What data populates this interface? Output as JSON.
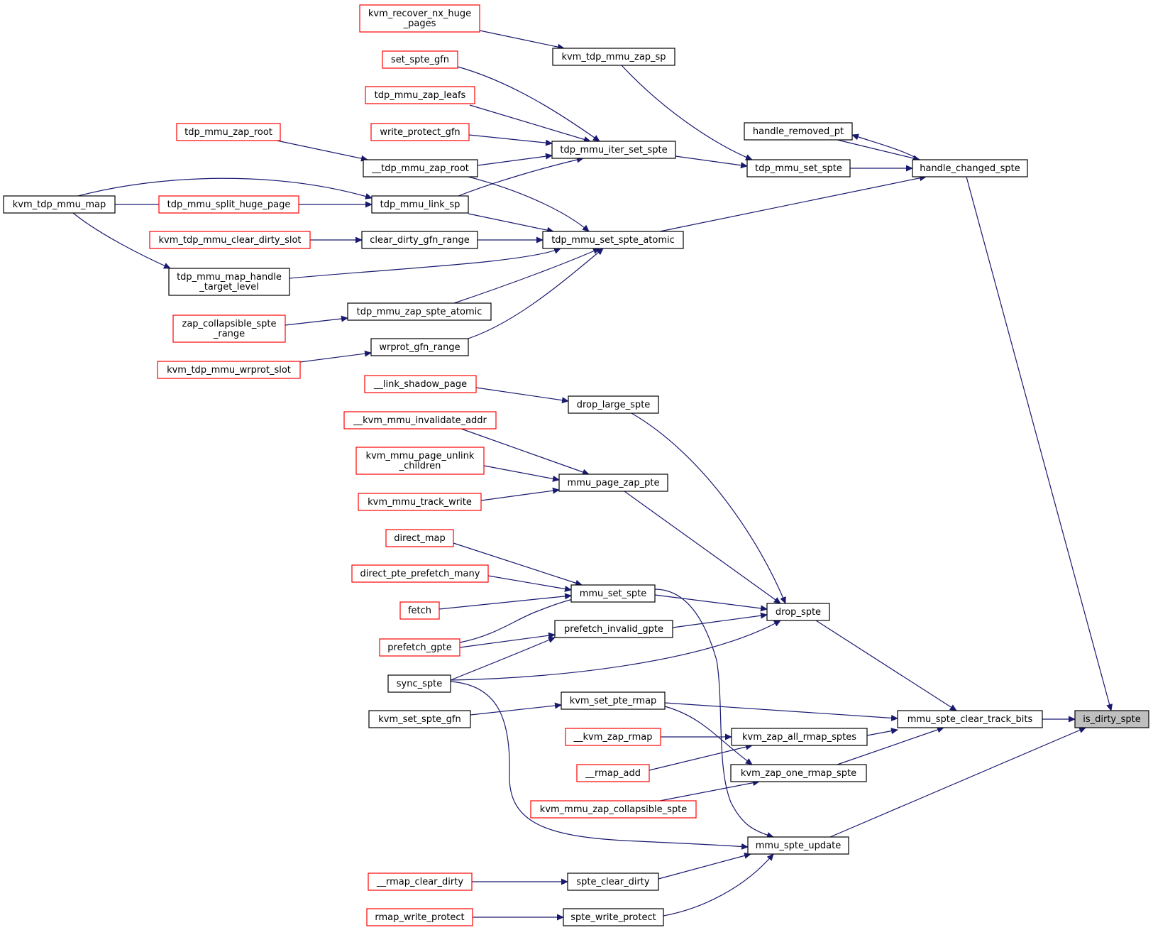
{
  "colors": {
    "edge": "#191970",
    "node_border_black": "#000000",
    "node_border_red": "#ff0000",
    "node_fill": "#ffffff",
    "focus_fill": "#bfbfbf"
  },
  "nodes": [
    {
      "id": "is_dirty_spte",
      "lines": [
        "is_dirty_spte"
      ],
      "style": "focus"
    },
    {
      "id": "handle_changed_spte",
      "lines": [
        "handle_changed_spte"
      ],
      "style": "black"
    },
    {
      "id": "mmu_spte_clear_track_bits",
      "lines": [
        "mmu_spte_clear_track_bits"
      ],
      "style": "black"
    },
    {
      "id": "mmu_spte_update",
      "lines": [
        "mmu_spte_update"
      ],
      "style": "black"
    },
    {
      "id": "handle_removed_pt",
      "lines": [
        "handle_removed_pt"
      ],
      "style": "black"
    },
    {
      "id": "tdp_mmu_set_spte",
      "lines": [
        "tdp_mmu_set_spte"
      ],
      "style": "black"
    },
    {
      "id": "tdp_mmu_set_spte_atomic",
      "lines": [
        "tdp_mmu_set_spte_atomic"
      ],
      "style": "black"
    },
    {
      "id": "kvm_tdp_mmu_zap_sp",
      "lines": [
        "kvm_tdp_mmu_zap_sp"
      ],
      "style": "black"
    },
    {
      "id": "tdp_mmu_iter_set_spte",
      "lines": [
        "tdp_mmu_iter_set_spte"
      ],
      "style": "black"
    },
    {
      "id": "kvm_recover_nx_huge_pages",
      "lines": [
        "kvm_recover_nx_huge",
        "_pages"
      ],
      "style": "red"
    },
    {
      "id": "set_spte_gfn",
      "lines": [
        "set_spte_gfn"
      ],
      "style": "red"
    },
    {
      "id": "tdp_mmu_zap_leafs",
      "lines": [
        "tdp_mmu_zap_leafs"
      ],
      "style": "red"
    },
    {
      "id": "write_protect_gfn",
      "lines": [
        "write_protect_gfn"
      ],
      "style": "red"
    },
    {
      "id": "__tdp_mmu_zap_root",
      "lines": [
        "__tdp_mmu_zap_root"
      ],
      "style": "black"
    },
    {
      "id": "tdp_mmu_zap_root",
      "lines": [
        "tdp_mmu_zap_root"
      ],
      "style": "red"
    },
    {
      "id": "tdp_mmu_link_sp",
      "lines": [
        "tdp_mmu_link_sp"
      ],
      "style": "black"
    },
    {
      "id": "kvm_tdp_mmu_map",
      "lines": [
        "kvm_tdp_mmu_map"
      ],
      "style": "black"
    },
    {
      "id": "tdp_mmu_split_huge_page",
      "lines": [
        "tdp_mmu_split_huge_page"
      ],
      "style": "red"
    },
    {
      "id": "clear_dirty_gfn_range",
      "lines": [
        "clear_dirty_gfn_range"
      ],
      "style": "black"
    },
    {
      "id": "kvm_tdp_mmu_clear_dirty_slot",
      "lines": [
        "kvm_tdp_mmu_clear_dirty_slot"
      ],
      "style": "red"
    },
    {
      "id": "tdp_mmu_map_handle_target_level",
      "lines": [
        "tdp_mmu_map_handle",
        "_target_level"
      ],
      "style": "black"
    },
    {
      "id": "tdp_mmu_zap_spte_atomic",
      "lines": [
        "tdp_mmu_zap_spte_atomic"
      ],
      "style": "black"
    },
    {
      "id": "zap_collapsible_spte_range",
      "lines": [
        "zap_collapsible_spte",
        "_range"
      ],
      "style": "red"
    },
    {
      "id": "wrprot_gfn_range",
      "lines": [
        "wrprot_gfn_range"
      ],
      "style": "black"
    },
    {
      "id": "kvm_tdp_mmu_wrprot_slot",
      "lines": [
        "kvm_tdp_mmu_wrprot_slot"
      ],
      "style": "red"
    },
    {
      "id": "drop_spte",
      "lines": [
        "drop_spte"
      ],
      "style": "black"
    },
    {
      "id": "drop_large_spte",
      "lines": [
        "drop_large_spte"
      ],
      "style": "black"
    },
    {
      "id": "__link_shadow_page",
      "lines": [
        "__link_shadow_page"
      ],
      "style": "red"
    },
    {
      "id": "mmu_page_zap_pte",
      "lines": [
        "mmu_page_zap_pte"
      ],
      "style": "black"
    },
    {
      "id": "__kvm_mmu_invalidate_addr",
      "lines": [
        "__kvm_mmu_invalidate_addr"
      ],
      "style": "red"
    },
    {
      "id": "kvm_mmu_page_unlink_children",
      "lines": [
        "kvm_mmu_page_unlink",
        "_children"
      ],
      "style": "red"
    },
    {
      "id": "kvm_mmu_track_write",
      "lines": [
        "kvm_mmu_track_write"
      ],
      "style": "red"
    },
    {
      "id": "mmu_set_spte",
      "lines": [
        "mmu_set_spte"
      ],
      "style": "black"
    },
    {
      "id": "direct_map",
      "lines": [
        "direct_map"
      ],
      "style": "red"
    },
    {
      "id": "direct_pte_prefetch_many",
      "lines": [
        "direct_pte_prefetch_many"
      ],
      "style": "red"
    },
    {
      "id": "fetch",
      "lines": [
        "fetch"
      ],
      "style": "red"
    },
    {
      "id": "prefetch_gpte",
      "lines": [
        "prefetch_gpte"
      ],
      "style": "red"
    },
    {
      "id": "prefetch_invalid_gpte",
      "lines": [
        "prefetch_invalid_gpte"
      ],
      "style": "black"
    },
    {
      "id": "sync_spte",
      "lines": [
        "sync_spte"
      ],
      "style": "black"
    },
    {
      "id": "kvm_set_pte_rmap",
      "lines": [
        "kvm_set_pte_rmap"
      ],
      "style": "black"
    },
    {
      "id": "kvm_set_spte_gfn",
      "lines": [
        "kvm_set_spte_gfn"
      ],
      "style": "black"
    },
    {
      "id": "kvm_zap_all_rmap_sptes",
      "lines": [
        "kvm_zap_all_rmap_sptes"
      ],
      "style": "black"
    },
    {
      "id": "__kvm_zap_rmap",
      "lines": [
        "__kvm_zap_rmap"
      ],
      "style": "red"
    },
    {
      "id": "kvm_zap_one_rmap_spte",
      "lines": [
        "kvm_zap_one_rmap_spte"
      ],
      "style": "black"
    },
    {
      "id": "__rmap_add",
      "lines": [
        "__rmap_add"
      ],
      "style": "red"
    },
    {
      "id": "kvm_mmu_zap_collapsible_spte",
      "lines": [
        "kvm_mmu_zap_collapsible_spte"
      ],
      "style": "red"
    },
    {
      "id": "spte_clear_dirty",
      "lines": [
        "spte_clear_dirty"
      ],
      "style": "black"
    },
    {
      "id": "__rmap_clear_dirty",
      "lines": [
        "__rmap_clear_dirty"
      ],
      "style": "red"
    },
    {
      "id": "spte_write_protect",
      "lines": [
        "spte_write_protect"
      ],
      "style": "black"
    },
    {
      "id": "rmap_write_protect",
      "lines": [
        "rmap_write_protect"
      ],
      "style": "red"
    }
  ],
  "edges": [
    {
      "from": "handle_changed_spte",
      "to": "is_dirty_spte"
    },
    {
      "from": "mmu_spte_clear_track_bits",
      "to": "is_dirty_spte"
    },
    {
      "from": "mmu_spte_update",
      "to": "is_dirty_spte"
    },
    {
      "from": "handle_removed_pt",
      "to": "handle_changed_spte"
    },
    {
      "from": "handle_changed_spte",
      "to": "handle_removed_pt"
    },
    {
      "from": "tdp_mmu_set_spte",
      "to": "handle_changed_spte"
    },
    {
      "from": "tdp_mmu_set_spte_atomic",
      "to": "handle_changed_spte"
    },
    {
      "from": "kvm_tdp_mmu_zap_sp",
      "to": "tdp_mmu_set_spte"
    },
    {
      "from": "tdp_mmu_iter_set_spte",
      "to": "tdp_mmu_set_spte"
    },
    {
      "from": "kvm_recover_nx_huge_pages",
      "to": "kvm_tdp_mmu_zap_sp"
    },
    {
      "from": "set_spte_gfn",
      "to": "tdp_mmu_iter_set_spte"
    },
    {
      "from": "tdp_mmu_zap_leafs",
      "to": "tdp_mmu_iter_set_spte"
    },
    {
      "from": "write_protect_gfn",
      "to": "tdp_mmu_iter_set_spte"
    },
    {
      "from": "__tdp_mmu_zap_root",
      "to": "tdp_mmu_iter_set_spte"
    },
    {
      "from": "tdp_mmu_link_sp",
      "to": "tdp_mmu_iter_set_spte"
    },
    {
      "from": "tdp_mmu_zap_root",
      "to": "__tdp_mmu_zap_root"
    },
    {
      "from": "kvm_tdp_mmu_map",
      "to": "tdp_mmu_link_sp"
    },
    {
      "from": "tdp_mmu_split_huge_page",
      "to": "tdp_mmu_link_sp"
    },
    {
      "from": "kvm_tdp_mmu_map",
      "to": "tdp_mmu_split_huge_page"
    },
    {
      "from": "kvm_tdp_mmu_map",
      "to": "tdp_mmu_map_handle_target_level"
    },
    {
      "from": "__tdp_mmu_zap_root",
      "to": "tdp_mmu_set_spte_atomic"
    },
    {
      "from": "tdp_mmu_link_sp",
      "to": "tdp_mmu_set_spte_atomic"
    },
    {
      "from": "clear_dirty_gfn_range",
      "to": "tdp_mmu_set_spte_atomic"
    },
    {
      "from": "kvm_tdp_mmu_clear_dirty_slot",
      "to": "clear_dirty_gfn_range"
    },
    {
      "from": "tdp_mmu_map_handle_target_level",
      "to": "tdp_mmu_set_spte_atomic"
    },
    {
      "from": "tdp_mmu_zap_spte_atomic",
      "to": "tdp_mmu_set_spte_atomic"
    },
    {
      "from": "zap_collapsible_spte_range",
      "to": "tdp_mmu_zap_spte_atomic"
    },
    {
      "from": "wrprot_gfn_range",
      "to": "tdp_mmu_set_spte_atomic"
    },
    {
      "from": "kvm_tdp_mmu_wrprot_slot",
      "to": "wrprot_gfn_range"
    },
    {
      "from": "drop_spte",
      "to": "mmu_spte_clear_track_bits"
    },
    {
      "from": "kvm_set_pte_rmap",
      "to": "mmu_spte_clear_track_bits"
    },
    {
      "from": "kvm_zap_all_rmap_sptes",
      "to": "mmu_spte_clear_track_bits"
    },
    {
      "from": "kvm_zap_one_rmap_spte",
      "to": "mmu_spte_clear_track_bits"
    },
    {
      "from": "drop_large_spte",
      "to": "drop_spte"
    },
    {
      "from": "__link_shadow_page",
      "to": "drop_large_spte"
    },
    {
      "from": "mmu_page_zap_pte",
      "to": "drop_spte"
    },
    {
      "from": "__kvm_mmu_invalidate_addr",
      "to": "mmu_page_zap_pte"
    },
    {
      "from": "kvm_mmu_page_unlink_children",
      "to": "mmu_page_zap_pte"
    },
    {
      "from": "kvm_mmu_track_write",
      "to": "mmu_page_zap_pte"
    },
    {
      "from": "mmu_set_spte",
      "to": "drop_spte"
    },
    {
      "from": "direct_map",
      "to": "mmu_set_spte"
    },
    {
      "from": "direct_pte_prefetch_many",
      "to": "mmu_set_spte"
    },
    {
      "from": "fetch",
      "to": "mmu_set_spte"
    },
    {
      "from": "prefetch_gpte",
      "to": "mmu_set_spte"
    },
    {
      "from": "prefetch_invalid_gpte",
      "to": "drop_spte"
    },
    {
      "from": "prefetch_gpte",
      "to": "prefetch_invalid_gpte"
    },
    {
      "from": "sync_spte",
      "to": "prefetch_invalid_gpte"
    },
    {
      "from": "sync_spte",
      "to": "drop_spte"
    },
    {
      "from": "kvm_set_spte_gfn",
      "to": "kvm_set_pte_rmap"
    },
    {
      "from": "__kvm_zap_rmap",
      "to": "kvm_zap_all_rmap_sptes"
    },
    {
      "from": "kvm_set_pte_rmap",
      "to": "kvm_zap_one_rmap_spte"
    },
    {
      "from": "__rmap_add",
      "to": "kvm_zap_all_rmap_sptes"
    },
    {
      "from": "kvm_mmu_zap_collapsible_spte",
      "to": "kvm_zap_one_rmap_spte"
    },
    {
      "from": "mmu_set_spte",
      "to": "mmu_spte_update"
    },
    {
      "from": "sync_spte",
      "to": "mmu_spte_update"
    },
    {
      "from": "spte_clear_dirty",
      "to": "mmu_spte_update"
    },
    {
      "from": "spte_write_protect",
      "to": "mmu_spte_update"
    },
    {
      "from": "__rmap_clear_dirty",
      "to": "spte_clear_dirty"
    },
    {
      "from": "rmap_write_protect",
      "to": "spte_write_protect"
    }
  ]
}
